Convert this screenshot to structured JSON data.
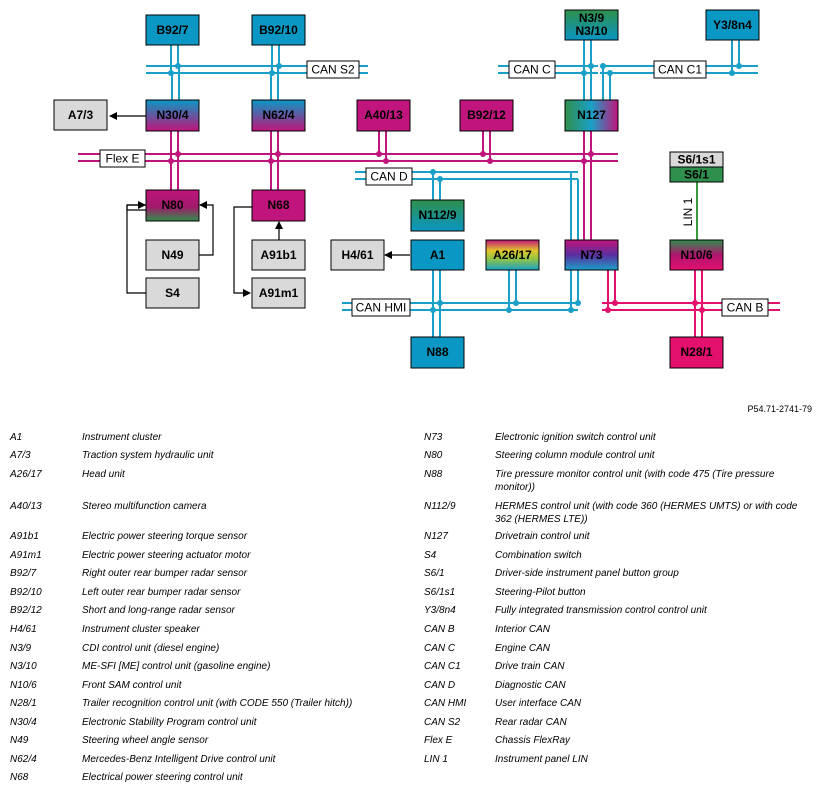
{
  "figure_ref": "P54.71-2741-79",
  "colors": {
    "can_blue": "#1aa0c8",
    "flexray_magenta": "#c0157c",
    "can_b_pink": "#e3106e",
    "lin_green": "#3a9a3a",
    "gray_box": "#d9d9d9",
    "teal_box": "#0b97c4"
  },
  "nodes": {
    "b92_7": "B92/7",
    "b92_10": "B92/10",
    "n3_9": "N3/9",
    "n3_10": "N3/10",
    "y3_8n4": "Y3/8n4",
    "a7_3": "A7/3",
    "n30_4": "N30/4",
    "n62_4": "N62/4",
    "a40_13": "A40/13",
    "b92_12": "B92/12",
    "n127": "N127",
    "s6_1s1": "S6/1s1",
    "s6_1": "S6/1",
    "n80": "N80",
    "n68": "N68",
    "n112_9": "N112/9",
    "n49": "N49",
    "a91b1": "A91b1",
    "h4_61": "H4/61",
    "a1": "A1",
    "a26_17": "A26/17",
    "n73": "N73",
    "n10_6": "N10/6",
    "s4": "S4",
    "a91m1": "A91m1",
    "n88": "N88",
    "n28_1": "N28/1"
  },
  "buses": {
    "can_s2": "CAN S2",
    "can_c": "CAN C",
    "can_c1": "CAN C1",
    "flex_e": "Flex E",
    "can_d": "CAN D",
    "can_hmi": "CAN HMI",
    "can_b": "CAN B",
    "lin_1": "LIN 1"
  },
  "legend_left": [
    {
      "code": "A1",
      "desc": "Instrument cluster"
    },
    {
      "code": "A7/3",
      "desc": "Traction system hydraulic unit"
    },
    {
      "code": "A26/17",
      "desc": "Head unit"
    },
    {
      "code": "A40/13",
      "desc": "Stereo multifunction camera"
    },
    {
      "code": "A91b1",
      "desc": "Electric power steering torque sensor"
    },
    {
      "code": "A91m1",
      "desc": "Electric power steering actuator motor"
    },
    {
      "code": "B92/7",
      "desc": "Right outer rear bumper radar sensor"
    },
    {
      "code": "B92/10",
      "desc": "Left outer rear bumper radar sensor"
    },
    {
      "code": "B92/12",
      "desc": "Short and long-range radar sensor"
    },
    {
      "code": "H4/61",
      "desc": "Instrument cluster speaker"
    },
    {
      "code": "N3/9",
      "desc": "CDI control unit (diesel engine)"
    },
    {
      "code": "N3/10",
      "desc": "ME-SFI [ME] control unit (gasoline engine)"
    },
    {
      "code": "N10/6",
      "desc": "Front SAM control unit"
    },
    {
      "code": "N28/1",
      "desc": "Trailer recognition control unit (with CODE 550 (Trailer hitch))"
    },
    {
      "code": "N30/4",
      "desc": "Electronic Stability Program control unit"
    },
    {
      "code": "N49",
      "desc": "Steering wheel angle sensor"
    },
    {
      "code": "N62/4",
      "desc": "Mercedes-Benz Intelligent Drive control unit"
    },
    {
      "code": "N68",
      "desc": "Electrical power steering control unit"
    }
  ],
  "legend_right": [
    {
      "code": "N73",
      "desc": "Electronic ignition switch control unit"
    },
    {
      "code": "N80",
      "desc": "Steering column module control unit"
    },
    {
      "code": "N88",
      "desc": "Tire pressure monitor control unit (with code 475 (Tire pressure monitor))"
    },
    {
      "code": "N112/9",
      "desc": "HERMES control unit (with code 360 (HERMES UMTS) or with code 362 (HERMES LTE))"
    },
    {
      "code": "N127",
      "desc": "Drivetrain control unit"
    },
    {
      "code": "S4",
      "desc": "Combination switch"
    },
    {
      "code": "S6/1",
      "desc": "Driver-side instrument panel button group"
    },
    {
      "code": "S6/1s1",
      "desc": "Steering-Pilot button"
    },
    {
      "code": "Y3/8n4",
      "desc": "Fully integrated transmission control control unit"
    },
    {
      "code": "CAN B",
      "desc": "Interior CAN"
    },
    {
      "code": "CAN C",
      "desc": "Engine CAN"
    },
    {
      "code": "CAN C1",
      "desc": "Drive train CAN"
    },
    {
      "code": "CAN D",
      "desc": "Diagnostic CAN"
    },
    {
      "code": "CAN HMI",
      "desc": "User interface CAN"
    },
    {
      "code": "CAN S2",
      "desc": "Rear radar CAN"
    },
    {
      "code": "Flex E",
      "desc": "Chassis FlexRay"
    },
    {
      "code": "LIN 1",
      "desc": "Instrument panel LIN"
    }
  ]
}
